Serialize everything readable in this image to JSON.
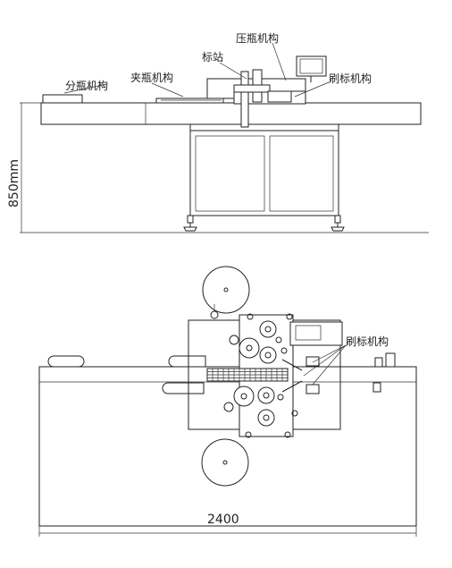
{
  "front_view": {
    "labels": {
      "bottle_separation": "分瓶机构",
      "bottle_holding": "夹瓶机构",
      "labeling_station": "标站",
      "bottle_pressing": "压瓶机构",
      "label_brushing": "刷标机构"
    },
    "height_dimension": "850mm"
  },
  "top_view": {
    "labels": {
      "label_brushing": "刷标机构"
    },
    "width_dimension": "2400"
  }
}
